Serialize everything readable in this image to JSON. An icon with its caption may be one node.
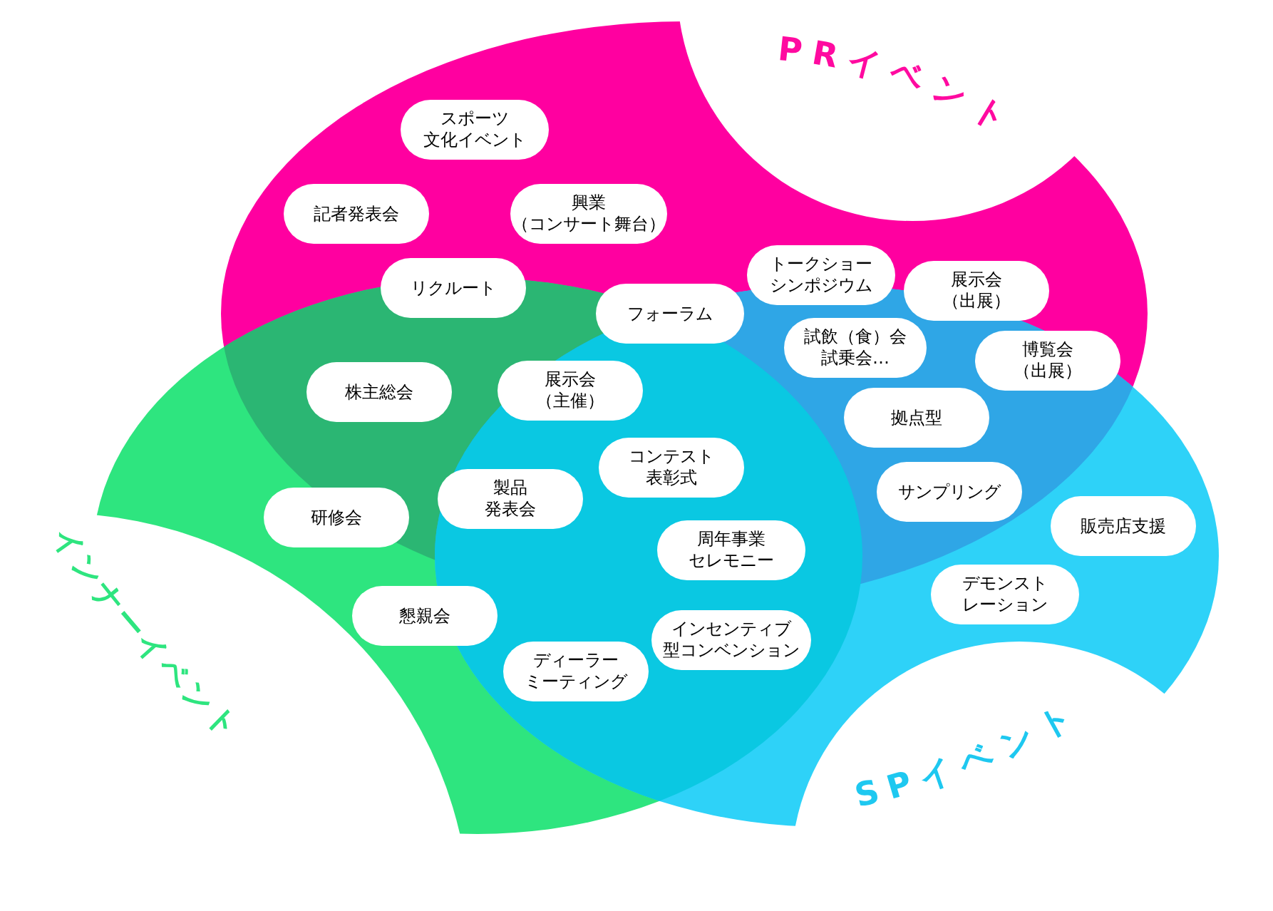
{
  "diagram": {
    "nodes": [
      {
        "text": [
          "PRイベント"
        ]
      },
      {
        "text": [
          "インナーイベント"
        ]
      },
      {
        "text": [
          "SPイベント"
        ]
      },
      {
        "text": [
          "スポーツ文化イベント"
        ],
        "in": 0
      },
      {
        "text": [
          "記者発表会"
        ],
        "in": 0
      },
      {
        "text": [
          "興業（コンサート舞台）"
        ],
        "in": 0
      },
      {
        "text": [
          "リクルート"
        ],
        "in": 0
      },
      {
        "text": [
          "トークショーシンポジウム"
        ],
        "in": 0
      },
      {
        "text": [
          "展示会（出展）"
        ],
        "in": 0
      },
      {
        "text": [
          "フォーラム"
        ]
      },
      {
        "text": [
          "株主総会"
        ]
      },
      {
        "text": [
          "展示会（主催）"
        ]
      },
      {
        "text": [
          "試飲（食）会試乗会…"
        ]
      },
      {
        "text": [
          "博覧会（出展）"
        ]
      },
      {
        "text": [
          "拠点型"
        ]
      },
      {
        "text": [
          "コンテスト表彰式"
        ]
      },
      {
        "text": [
          "製品発表会"
        ]
      },
      {
        "text": [
          "研修会"
        ],
        "in": 1
      },
      {
        "text": [
          "サンプリング"
        ]
      },
      {
        "text": [
          "販売店支援"
        ],
        "in": 2
      },
      {
        "text": [
          "周年事業セレモニー"
        ]
      },
      {
        "text": [
          "デモンストレーション"
        ],
        "in": 2
      },
      {
        "text": [
          "懇親会"
        ],
        "in": 1
      },
      {
        "text": [
          "インセンティブ型コンベンション"
        ]
      },
      {
        "text": [
          "ディーラーミーティング"
        ]
      }
    ]
  }
}
